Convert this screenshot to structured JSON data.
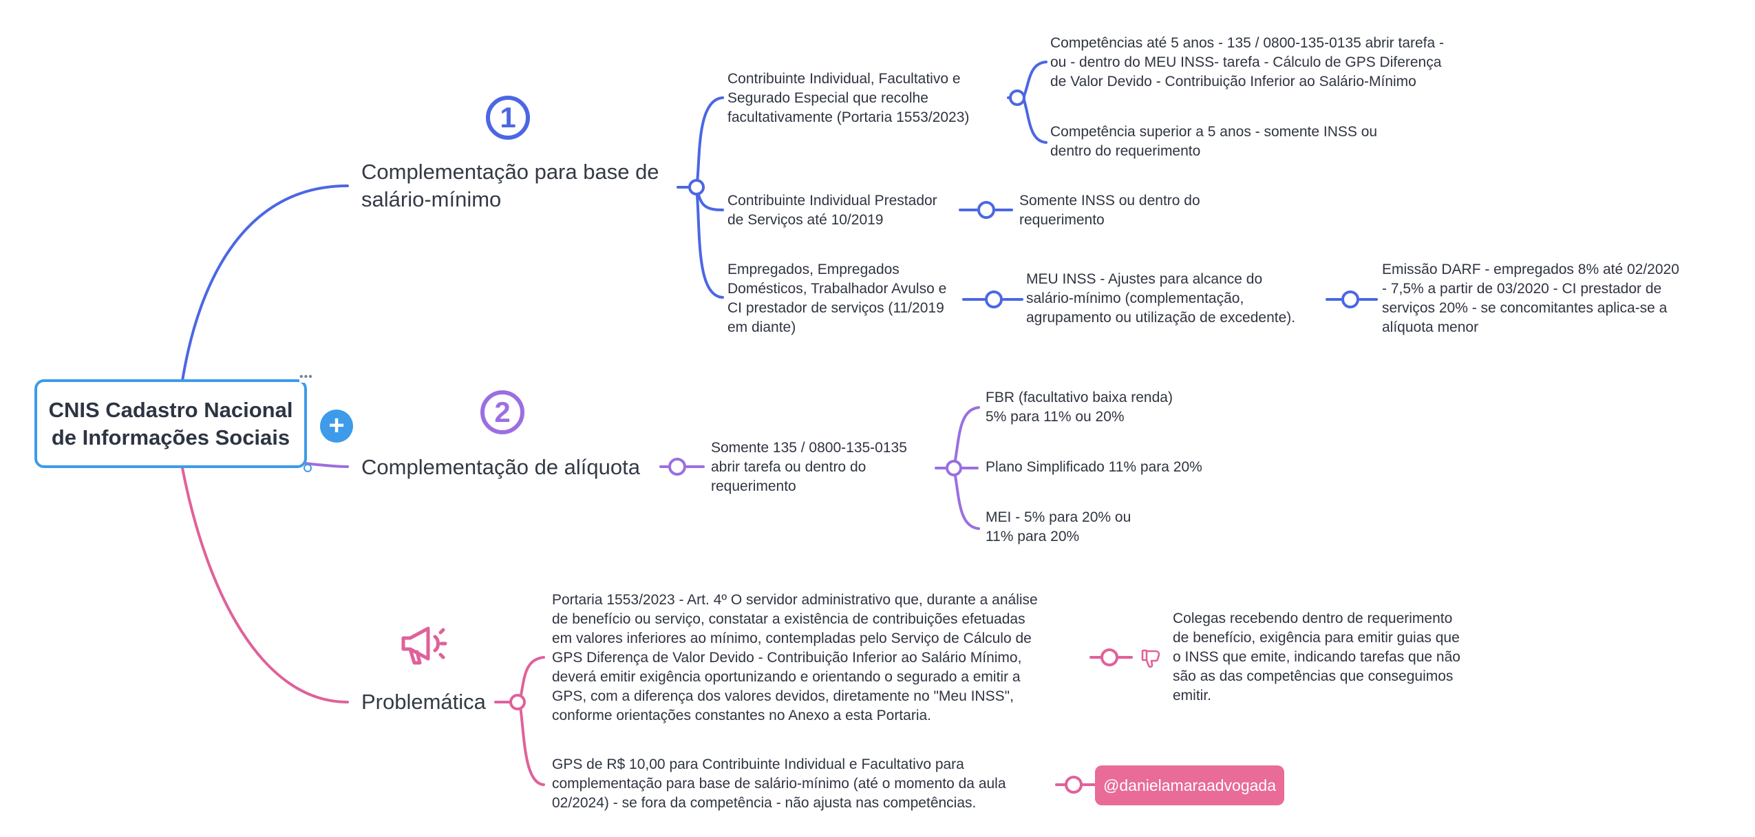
{
  "root": {
    "line1": "CNIS Cadastro Nacional",
    "line2": "de Informações Sociais",
    "menu_dots": "•••",
    "add_label": "+"
  },
  "colors": {
    "blue": "#4b67e4",
    "purple": "#9b6fe0",
    "pink": "#e0619a",
    "root_border": "#3d9be9",
    "tag_bg": "#e86b98"
  },
  "branch1": {
    "badge": "1",
    "title": [
      "Complementação para base de",
      "salário-mínimo"
    ],
    "items": [
      {
        "text": [
          "Contribuinte Individual, Facultativo e",
          "Segurado Especial que recolhe",
          "facultativamente (Portaria 1553/2023)"
        ],
        "children": [
          [
            "Competências até 5 anos - 135 / 0800-135-0135 abrir tarefa -",
            "ou - dentro do MEU INSS- tarefa - Cálculo de GPS Diferença",
            "de Valor Devido - Contribuição Inferior ao Salário-Mínimo"
          ],
          [
            "Competência superior a 5 anos - somente INSS ou",
            "dentro do requerimento"
          ]
        ]
      },
      {
        "text": [
          "Contribuinte Individual Prestador",
          "de Serviços até 10/2019"
        ],
        "child": [
          "Somente INSS ou dentro do",
          "requerimento"
        ]
      },
      {
        "text": [
          "Empregados, Empregados",
          "Domésticos, Trabalhador Avulso e",
          "CI prestador de serviços (11/2019",
          "em diante)"
        ],
        "child": [
          "MEU INSS - Ajustes para alcance do",
          "salário-mínimo (complementação,",
          "agrupamento ou utilização de excedente)."
        ],
        "grandchild": [
          "Emissão DARF - empregados 8% até 02/2020",
          "- 7,5% a partir de 03/2020 - CI prestador de",
          "serviços 20% - se concomitantes aplica-se a",
          "alíquota menor"
        ]
      }
    ]
  },
  "branch2": {
    "badge": "2",
    "title": "Complementação de alíquota",
    "sub": [
      "Somente 135 / 0800-135-0135",
      "abrir tarefa ou dentro do",
      "requerimento"
    ],
    "options": [
      [
        "FBR (facultativo baixa renda)",
        "5% para 11% ou 20%"
      ],
      [
        "Plano Simplificado 11% para 20%"
      ],
      [
        "MEI - 5% para 20% ou",
        "11% para 20%"
      ]
    ]
  },
  "branch3": {
    "icon": "megaphone-icon",
    "title": "Problemática",
    "portaria": [
      "Portaria 1553/2023 - Art. 4º O servidor administrativo que, durante a análise",
      "de benefício ou serviço, constatar a existência de contribuições efetuadas",
      "em valores inferiores ao mínimo, contempladas pelo Serviço de Cálculo de",
      "GPS Diferença de Valor Devido - Contribuição Inferior ao Salário Mínimo,",
      "deverá emitir exigência oportunizando e orientando o segurado a emitir a",
      "GPS, com a diferença dos valores devidos, diretamente no \"Meu INSS\",",
      "conforme orientações constantes no Anexo a esta Portaria."
    ],
    "dislike_icon": "thumbs-down-icon",
    "colegas": [
      "Colegas recebendo dentro de requerimento",
      "de benefício, exigência para emitir guias que",
      "o INSS que emite, indicando tarefas que não",
      "são as das competências que conseguimos",
      "emitir."
    ],
    "gps": [
      "GPS de R$ 10,00 para Contribuinte Individual e Facultativo para",
      "complementação para base de salário-mínimo (até o momento da aula",
      "02/2024) - se fora da competência - não ajusta nas competências."
    ],
    "tag": "@danielamaraadvogada"
  }
}
